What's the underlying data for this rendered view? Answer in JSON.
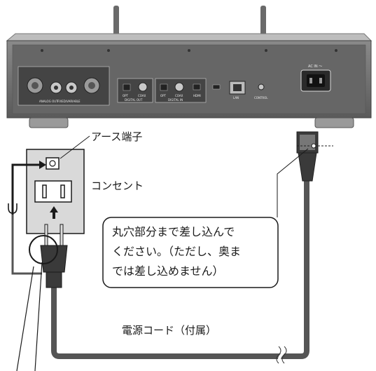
{
  "labels": {
    "ground_terminal": "アース端子",
    "outlet": "コンセント",
    "power_cord": "電源コード（付属）",
    "note_lines": [
      "丸穴部分まで差し込んで",
      "ください。（ただし、奥ま",
      "では差し込めません）"
    ]
  },
  "device_panel": {
    "ac_in": "AC IN ～",
    "analog_out": "ANALOG OUT",
    "fixed_variable": "FIXED/VARIABLE",
    "digital_out": "DIGITAL OUT",
    "digital_in": "DIGITAL IN",
    "opt": "OPT",
    "coax": "COAX",
    "hdmi": "HDMI",
    "lan": "LAN",
    "control": "CONTROL"
  },
  "colors": {
    "line": "#1a1a1a",
    "panel_dark": "#3a3a3a",
    "panel_mid": "#6b6b6b",
    "cable": "#555555",
    "outlet_fill": "#d9d9d9"
  }
}
